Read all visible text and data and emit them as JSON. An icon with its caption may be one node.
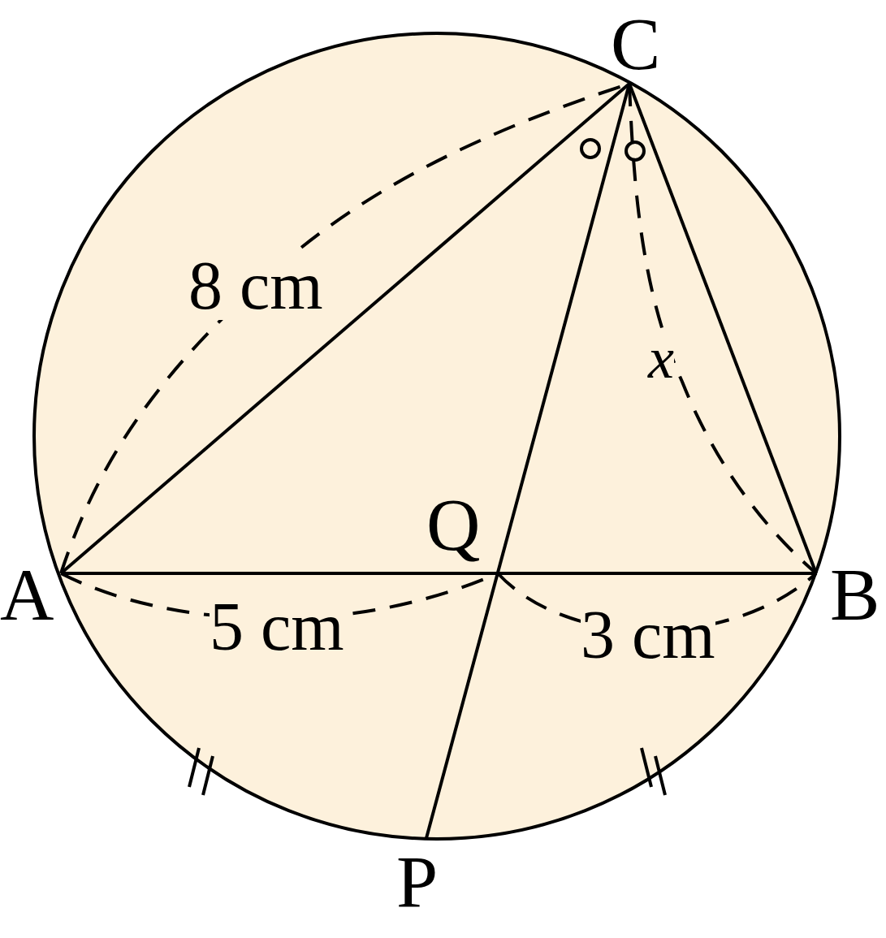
{
  "diagram": {
    "labels": [
      "C",
      "8 cm",
      "x",
      "Q",
      "A",
      "B",
      "5 cm",
      "3 cm",
      "P"
    ]
  }
}
